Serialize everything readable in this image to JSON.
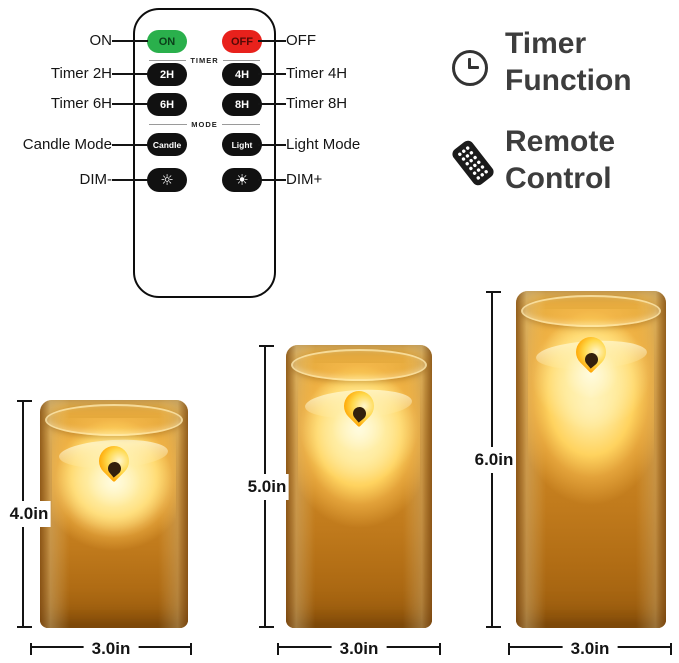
{
  "remote": {
    "buttons": {
      "on": "ON",
      "off": "OFF",
      "t2h": "2H",
      "t4h": "4H",
      "t6h": "6H",
      "t8h": "8H",
      "candle": "Candle",
      "light": "Light",
      "dim_down_glyph": "☼",
      "dim_up_glyph": "☀"
    },
    "sections": {
      "timer": "TIMER",
      "mode": "MODE"
    },
    "callouts": {
      "on": "ON",
      "off": "OFF",
      "timer_2h": "Timer 2H",
      "timer_4h": "Timer 4H",
      "timer_6h": "Timer 6H",
      "timer_8h": "Timer 8H",
      "candle_mode": "Candle Mode",
      "light_mode": "Light Mode",
      "dim_minus": "DIM-",
      "dim_plus": "DIM+"
    },
    "colors": {
      "on_button": "#2ab04c",
      "off_button": "#e8211c",
      "dark_button": "#111111"
    }
  },
  "features": [
    {
      "icon": "clock-icon",
      "label": "Timer\nFunction"
    },
    {
      "icon": "remote-icon",
      "label": "Remote\nControl"
    }
  ],
  "candles": [
    {
      "size": "small",
      "height_label": "4.0in",
      "width_label": "3.0in"
    },
    {
      "size": "medium",
      "height_label": "5.0in",
      "width_label": "3.0in"
    },
    {
      "size": "large",
      "height_label": "6.0in",
      "width_label": "3.0in"
    }
  ],
  "palette": {
    "glass_amber": "#cd8722",
    "wax_glow": "#ffe898",
    "flame_orange": "#ffa400",
    "feature_text": "#3d3d3d"
  }
}
